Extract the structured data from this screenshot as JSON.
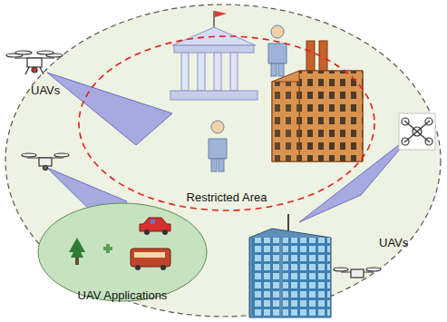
{
  "diagram": {
    "nodes": [
      {
        "text": [
          "Restricted Area"
        ]
      },
      {
        "text": [
          "UAV Applications"
        ]
      }
    ],
    "labels": [
      "UAVs",
      "UAVs"
    ]
  }
}
